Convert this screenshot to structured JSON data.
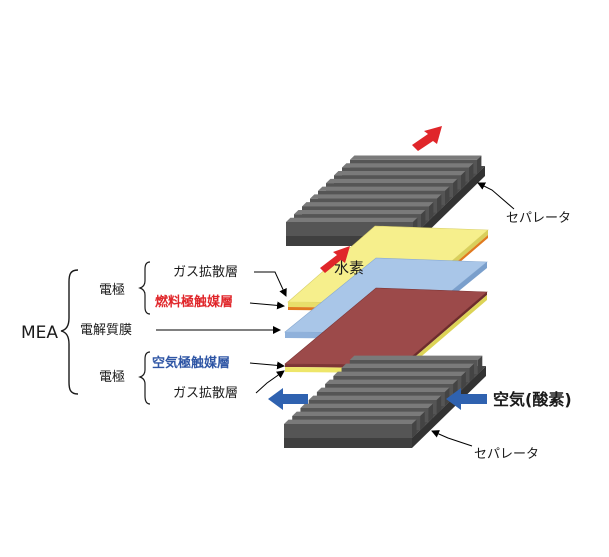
{
  "labels": {
    "mea": "MEA",
    "electrode_top": "電極",
    "electrode_bottom": "電極",
    "gas_diffusion_top": "ガス拡散層",
    "fuel_catalyst": "燃料極触媒層",
    "electrolyte": "電解質膜",
    "air_catalyst": "空気極触媒層",
    "gas_diffusion_bottom": "ガス拡散層",
    "hydrogen": "水素",
    "air": "空気(酸素)",
    "separator_top": "セパレータ",
    "separator_bottom": "セパレータ"
  },
  "colors": {
    "fuel_catalyst_text": "#e0262a",
    "air_catalyst_text": "#2f56a5",
    "hydrogen_layer": "#f6ef8c",
    "electrolyte_layer": "#a9c6e8",
    "air_catalyst_layer": "#9c4a4a",
    "separator": "#5b5b5b",
    "red_arrow": "#e0262a",
    "blue_arrow": "#2f62b0"
  }
}
